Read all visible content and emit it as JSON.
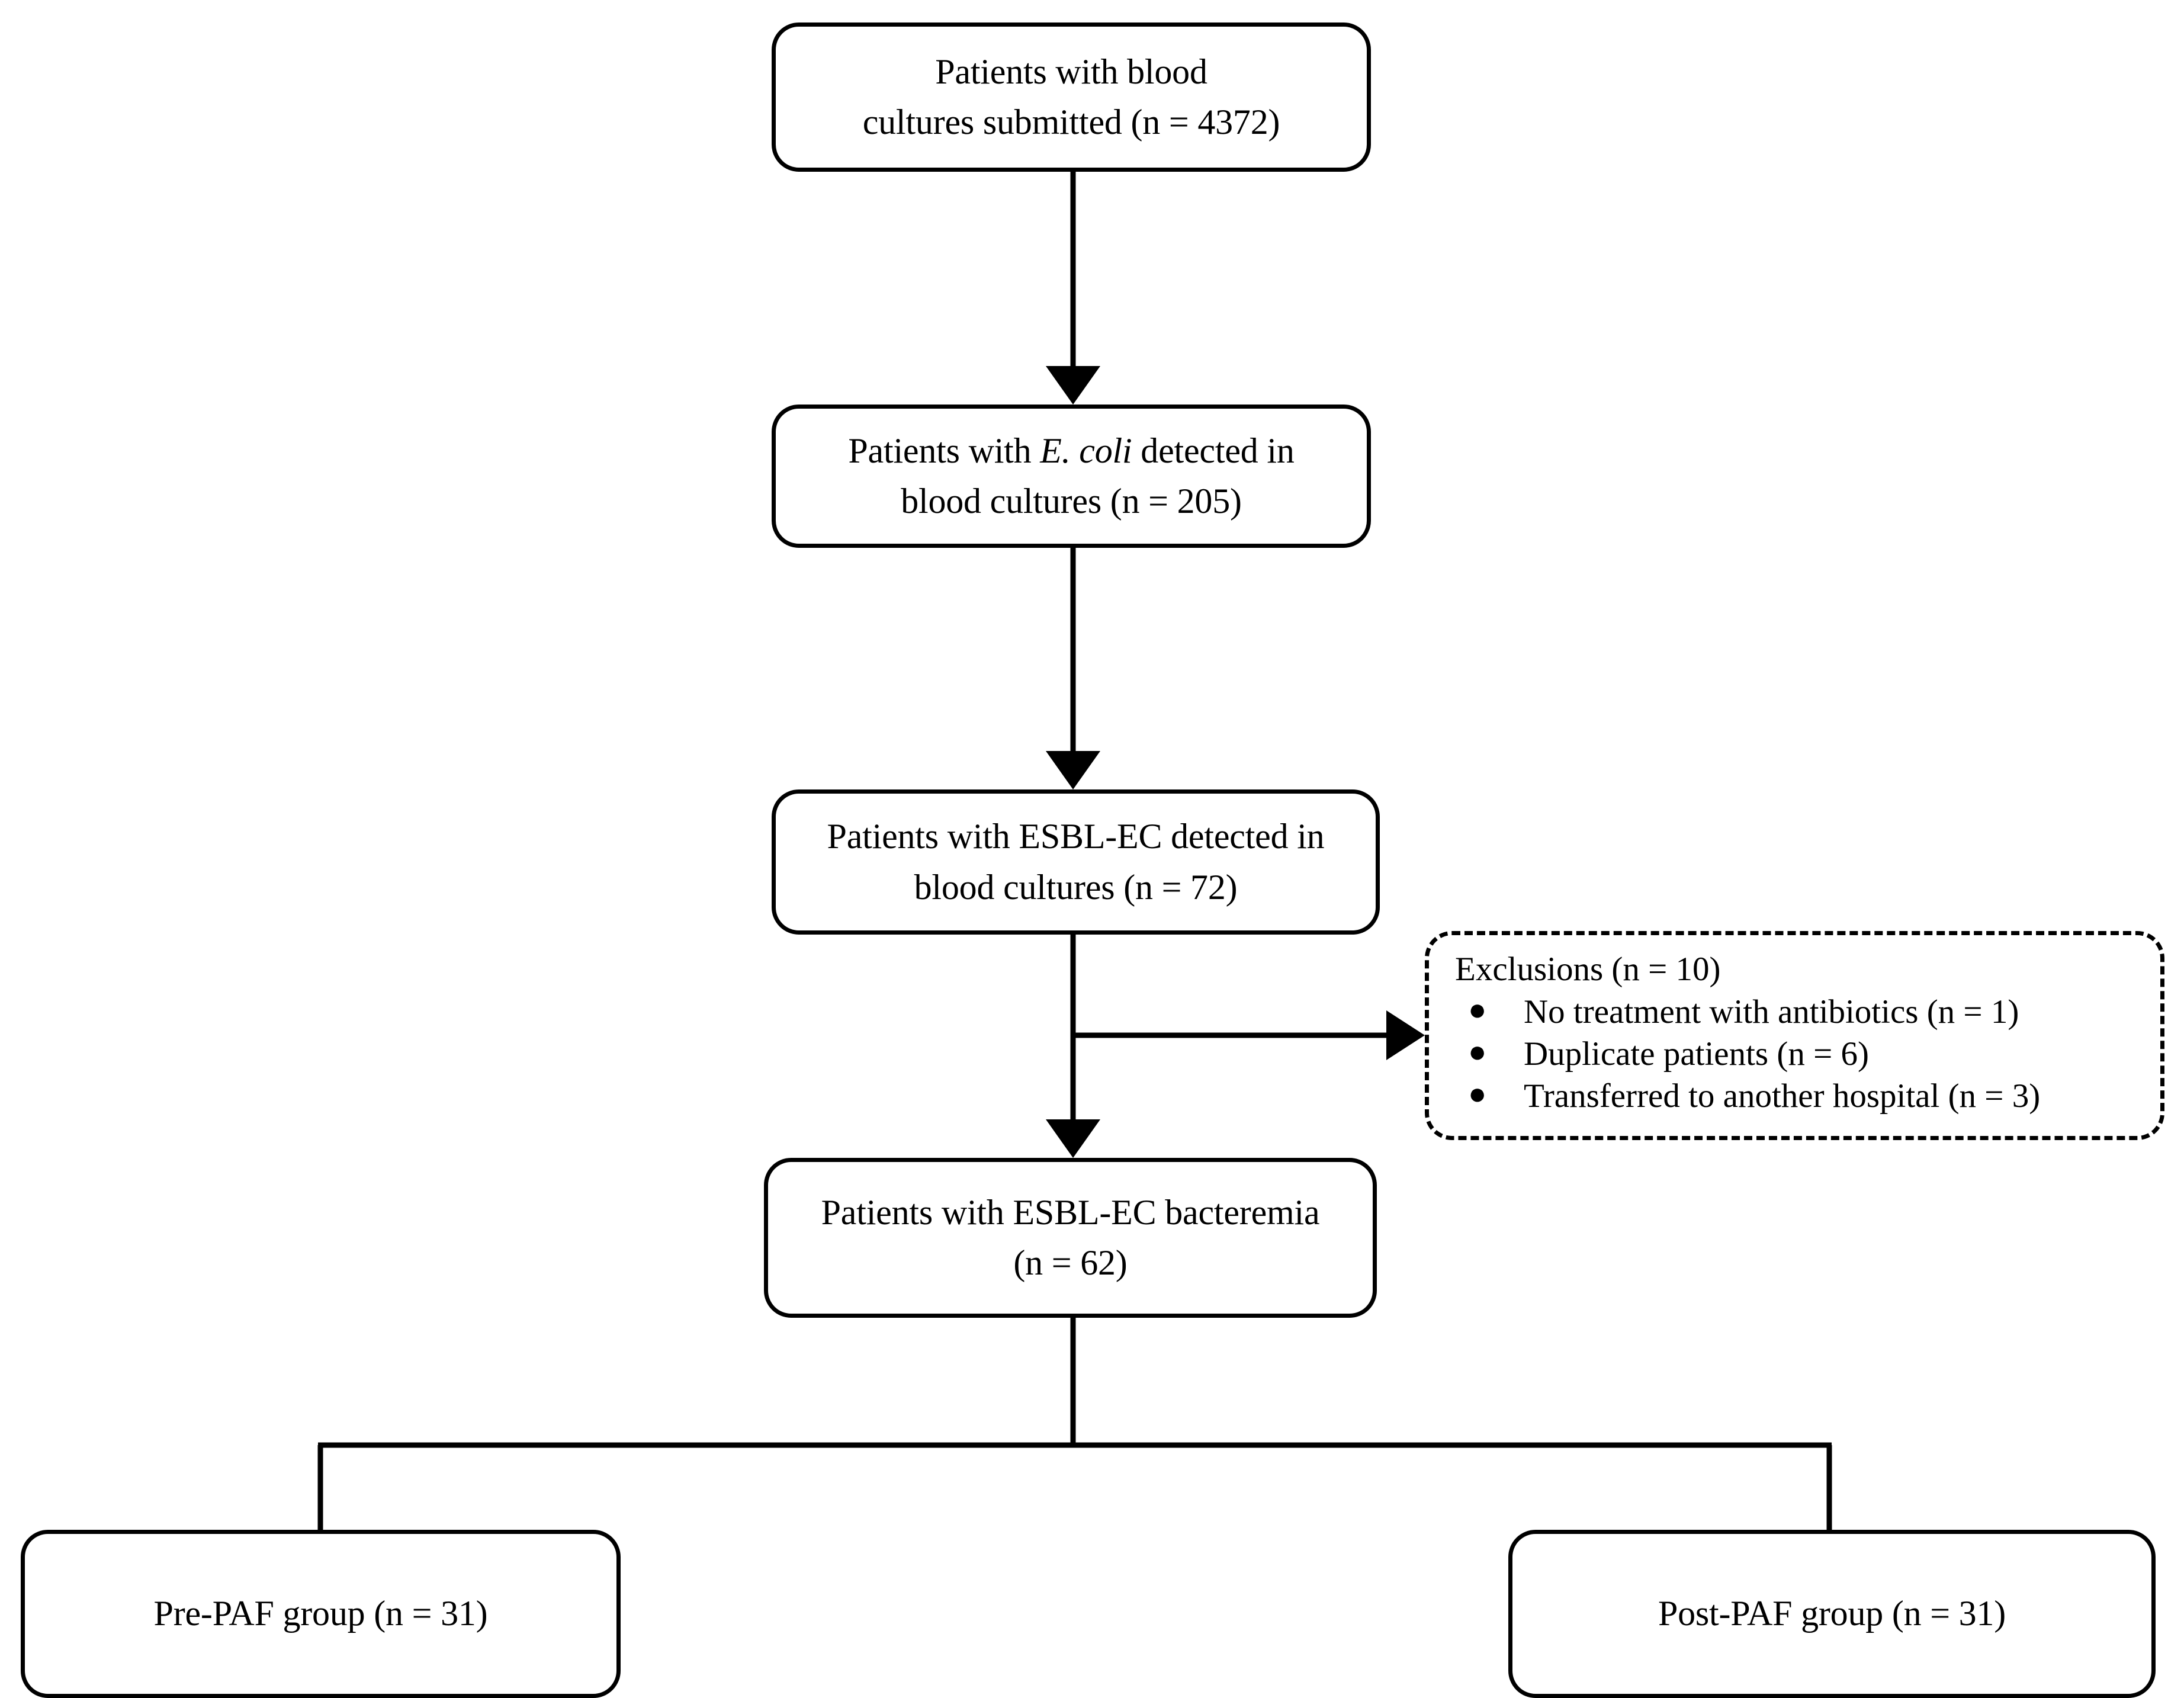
{
  "diagram": {
    "type": "flowchart",
    "title": "Patient selection flow for ESBL-EC bacteremia study",
    "orientation": "top-to-bottom",
    "line_color": "#000000",
    "background_color": "#ffffff"
  },
  "nodes": {
    "blood_cultures": {
      "line1": "Patients with blood",
      "line2": "cultures submitted (n = 4372)",
      "count": 4372,
      "shape": "rounded-rect",
      "border": "solid"
    },
    "ecoli_detected": {
      "prefix": "Patients with ",
      "italic": "E. coli",
      "suffix": " detected in",
      "line2": "blood cultures (n = 205)",
      "count": 205,
      "shape": "rounded-rect",
      "border": "solid"
    },
    "esbl_detected": {
      "line1": "Patients with ESBL-EC detected in",
      "line2": "blood cultures (n = 72)",
      "count": 72,
      "shape": "rounded-rect",
      "border": "solid"
    },
    "esbl_bacteremia": {
      "line1": "Patients with ESBL-EC bacteremia",
      "line2": "(n = 62)",
      "count": 62,
      "shape": "rounded-rect",
      "border": "solid"
    },
    "pre_paf": {
      "label": "Pre-PAF group (n = 31)",
      "count": 31,
      "shape": "rounded-rect",
      "border": "solid"
    },
    "post_paf": {
      "label": "Post-PAF group (n = 31)",
      "count": 31,
      "shape": "rounded-rect",
      "border": "solid"
    },
    "exclusions": {
      "title": "Exclusions (n = 10)",
      "count": 10,
      "shape": "rounded-rect",
      "border": "dashed",
      "bullet_glyph": "●",
      "items": [
        {
          "label": "No treatment with antibiotics (n = 1)",
          "count": 1
        },
        {
          "label": "Duplicate patients (n = 6)",
          "count": 6
        },
        {
          "label": "Transferred to another hospital (n = 3)",
          "count": 3
        }
      ]
    }
  },
  "edges": [
    {
      "from": "blood_cultures",
      "to": "ecoli_detected",
      "style": "solid",
      "arrowhead": "filled-triangle-down"
    },
    {
      "from": "ecoli_detected",
      "to": "esbl_detected",
      "style": "solid",
      "arrowhead": "filled-triangle-down"
    },
    {
      "from": "esbl_detected",
      "to": "exclusions",
      "style": "solid",
      "arrowhead": "filled-triangle-right"
    },
    {
      "from": "esbl_detected",
      "to": "esbl_bacteremia",
      "style": "solid",
      "arrowhead": "filled-triangle-down"
    },
    {
      "from": "esbl_bacteremia",
      "to": "pre_paf",
      "style": "solid",
      "arrowhead": "none"
    },
    {
      "from": "esbl_bacteremia",
      "to": "post_paf",
      "style": "solid",
      "arrowhead": "none"
    }
  ]
}
